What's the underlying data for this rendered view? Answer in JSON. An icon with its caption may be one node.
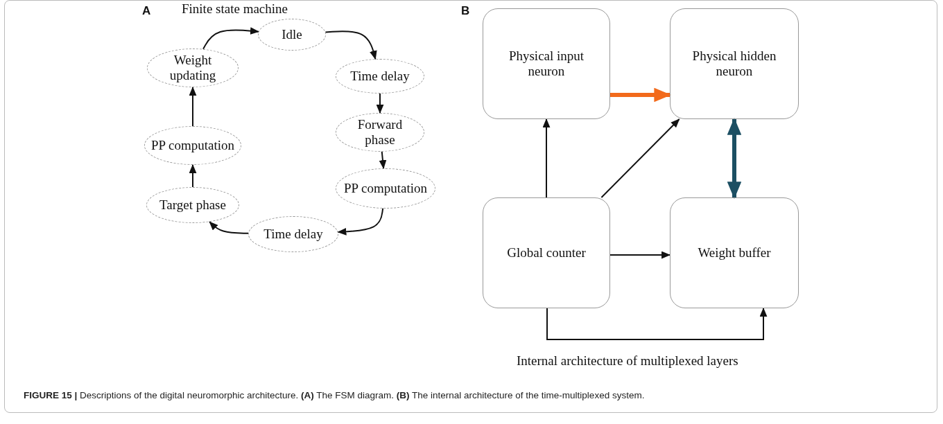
{
  "diagram": {
    "caption": "**FIGURE 15 |** Descriptions of the digital neuromorphic architecture. **(A)** The FSM diagram. **(B)** The internal architecture of the time-multiplexed system.",
    "nodes": [
      {
        "text": [
          "Idle"
        ]
      },
      {
        "text": [
          "Time delay"
        ]
      },
      {
        "text": [
          "Forward phase"
        ]
      },
      {
        "text": [
          "PP computation"
        ]
      },
      {
        "text": [
          "Time delay"
        ]
      },
      {
        "text": [
          "Target phase"
        ]
      },
      {
        "text": [
          "PP computation"
        ]
      },
      {
        "text": [
          "Weight updating"
        ]
      },
      {
        "text": [
          "Physical input neuron"
        ]
      },
      {
        "text": [
          "Physical hidden neuron"
        ]
      },
      {
        "text": [
          "Global counter"
        ]
      },
      {
        "text": [
          "Weight buffer"
        ]
      }
    ],
    "edges": [
      {
        "from": 0,
        "to": 1,
        "arrow": "to"
      },
      {
        "from": 1,
        "to": 2,
        "arrow": "to"
      },
      {
        "from": 2,
        "to": 3,
        "arrow": "to"
      },
      {
        "from": 3,
        "to": 4,
        "arrow": "to"
      },
      {
        "from": 4,
        "to": 5,
        "arrow": "to"
      },
      {
        "from": 5,
        "to": 6,
        "arrow": "to"
      },
      {
        "from": 6,
        "to": 7,
        "arrow": "to"
      },
      {
        "from": 7,
        "to": 0,
        "arrow": "to"
      },
      {
        "from": 8,
        "to": 9,
        "arrow": "to",
        "style": "thick",
        "color": "#f26a1b"
      },
      {
        "from": 10,
        "to": 8,
        "arrow": "to"
      },
      {
        "from": 10,
        "to": 9,
        "arrow": "to"
      },
      {
        "from": 9,
        "to": 11,
        "arrow": "both",
        "style": "thick",
        "color": "#1c4f63"
      },
      {
        "from": 10,
        "to": 11,
        "arrow": "to"
      },
      {
        "from": 10,
        "to": 11,
        "arrow": "to"
      }
    ],
    "labels": [
      "A",
      "Finite state machine",
      "B",
      "Internal architecture of multiplexed layers"
    ]
  }
}
